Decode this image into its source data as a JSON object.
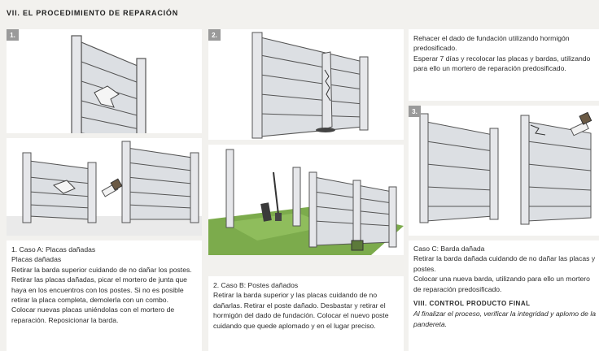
{
  "section_heading": "VII. EL PROCEDIMIENTO DE REPARACIÓN",
  "step_numbers": [
    "1.",
    "2.",
    "3."
  ],
  "right_top_text": [
    "Rehacer el dado de fundación utilizando hormigón predosificado.",
    "Esperar 7 días y recolocar las placas y bardas, utilizando para ello un mortero de reparación predosificado."
  ],
  "case_a": {
    "title": "1. Caso A: Placas dañadas",
    "subtitle": "Placas dañadas",
    "paragraphs": [
      "Retirar la barda superior cuidando de no dañar los postes. Retirar las placas dañadas, picar el mortero de junta que haya en los encuentros con los postes. Si no es posible retirar la placa completa, demolerla con un combo.",
      "Colocar nuevas placas uniéndolas con el mortero de reparación. Reposicionar la barda."
    ]
  },
  "case_b": {
    "title": "2. Caso B: Postes dañados",
    "paragraphs": [
      "Retirar la barda superior y las placas cuidando de no dañarlas. Retirar el poste dañado. Desbastar y retirar el hormigón del dado de fundación. Colocar el nuevo poste cuidando que quede aplomado y en el lugar preciso."
    ]
  },
  "case_c": {
    "title": "Caso C: Barda dañada",
    "paragraphs": [
      "Retirar la barda dañada cuidando de no dañar las placas y postes.",
      "Colocar una nueva barda, utilizando para ello un mortero de reparación predosificado."
    ]
  },
  "section_viii": {
    "title": "VIII. CONTROL PRODUCTO FINAL",
    "text": "Al finalizar el proceso, verificar la integridad y aplomo de la pandereta."
  }
}
